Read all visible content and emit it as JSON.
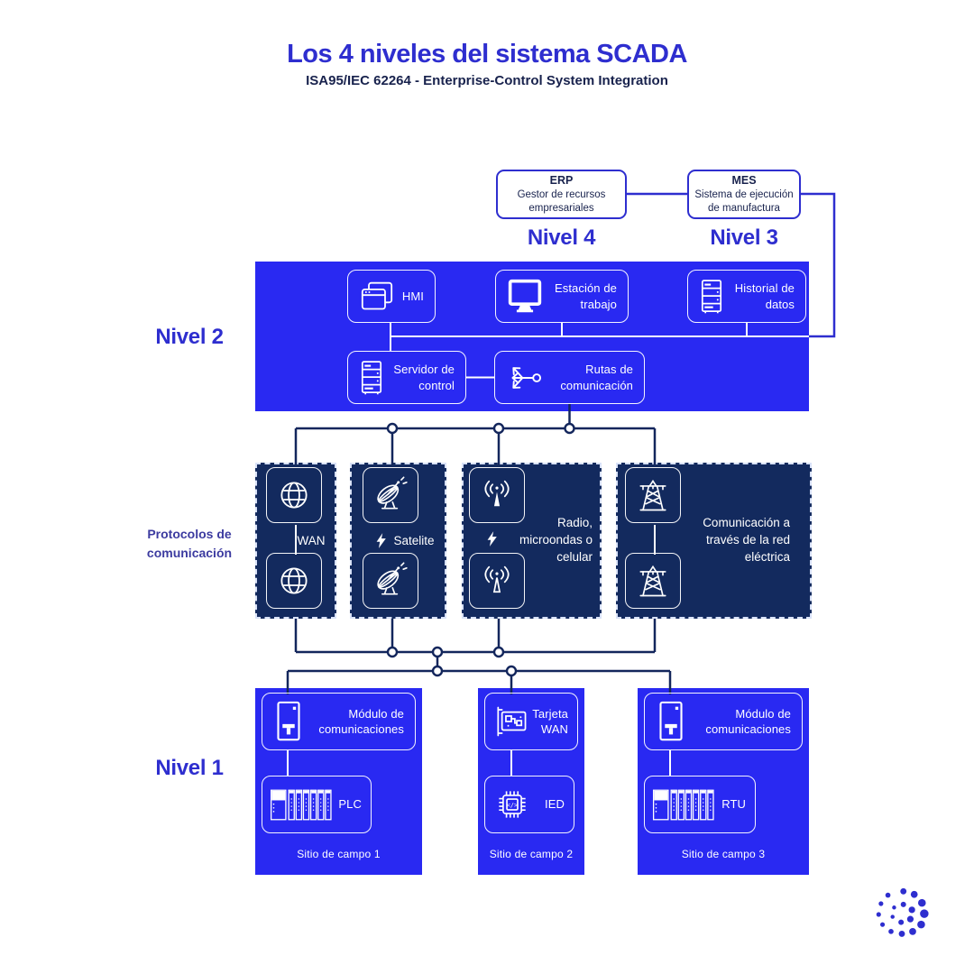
{
  "title": "Los 4 niveles del sistema SCADA",
  "subtitle": "ISA95/IEC 62264 - Enterprise-Control System Integration",
  "colors": {
    "accent_blue": "#2e2ecf",
    "panel_blue": "#2929f2",
    "navy_box": "#132a5e",
    "line_navy": "#13265c",
    "text_navy": "#18224d",
    "label_violet": "#3c3ba0",
    "white": "#ffffff"
  },
  "level4": {
    "label": "Nivel 4",
    "box": {
      "title": "ERP",
      "desc": "Gestor de recursos empresariales"
    }
  },
  "level3": {
    "label": "Nivel 3",
    "box": {
      "title": "MES",
      "desc": "Sistema de ejecución de manufactura"
    }
  },
  "level2": {
    "label": "Nivel 2",
    "nodes": [
      {
        "id": "hmi",
        "label": "HMI",
        "icon": "windows-icon"
      },
      {
        "id": "workstation",
        "label": "Estación de trabajo",
        "icon": "monitor-icon"
      },
      {
        "id": "historian",
        "label": "Historial de datos",
        "icon": "server-icon"
      },
      {
        "id": "control_server",
        "label": "Servidor de control",
        "icon": "server-icon"
      },
      {
        "id": "routes",
        "label": "Rutas de comunicación",
        "icon": "routes-icon"
      }
    ]
  },
  "protocols": {
    "label": "Protocolos de comunicación",
    "items": [
      {
        "id": "wan",
        "label": "WAN",
        "icon": "globe-icon"
      },
      {
        "id": "satellite",
        "label": "Satelite",
        "icon": "satellite-dish-icon",
        "bolt": true
      },
      {
        "id": "radio",
        "label": "Radio, microondas o celular",
        "icon": "antenna-icon",
        "bolt": true
      },
      {
        "id": "powerline",
        "label": "Comunicación a través de la red eléctrica",
        "icon": "power-tower-icon"
      }
    ]
  },
  "level1": {
    "label": "Nivel 1",
    "sites": [
      {
        "top": "Módulo de comunicaciones",
        "top_icon": "comm-module-icon",
        "bottom": "PLC",
        "bottom_icon": "plc-rack-icon",
        "caption": "Sitio de campo 1"
      },
      {
        "top": "Tarjeta WAN",
        "top_icon": "nic-card-icon",
        "bottom": "IED",
        "bottom_icon": "chip-icon",
        "caption": "Sitio de campo 2"
      },
      {
        "top": "Módulo de comunicaciones",
        "top_icon": "comm-module-icon",
        "bottom": "RTU",
        "bottom_icon": "plc-rack-icon",
        "caption": "Sitio de campo 3"
      }
    ]
  },
  "icons": {
    "chip_glyph": "</>"
  },
  "logo": "dot-sphere-logo"
}
